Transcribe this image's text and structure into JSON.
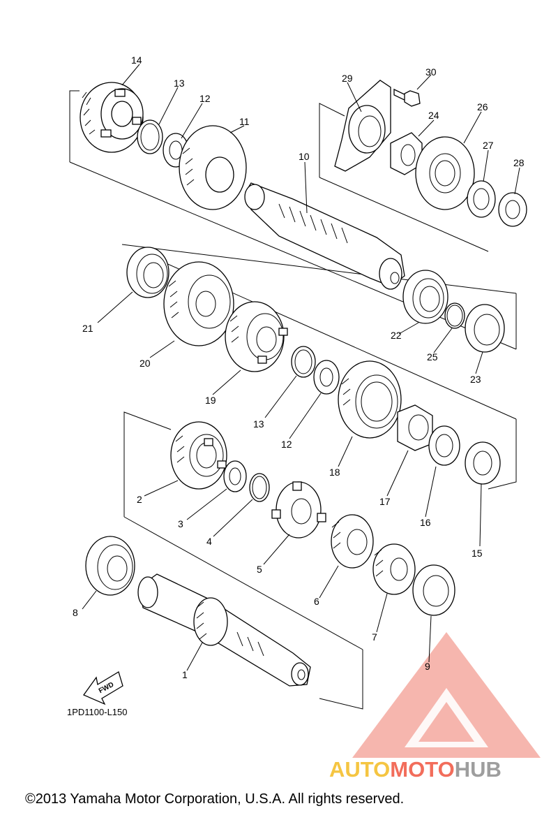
{
  "callouts": {
    "p1": "1",
    "p2": "2",
    "p3": "3",
    "p4": "4",
    "p5": "5",
    "p6": "6",
    "p7": "7",
    "p8": "8",
    "p9": "9",
    "p10": "10",
    "p11": "11",
    "p12a": "12",
    "p12b": "12",
    "p13a": "13",
    "p13b": "13",
    "p14": "14",
    "p15": "15",
    "p16": "16",
    "p17": "17",
    "p18": "18",
    "p19": "19",
    "p20": "20",
    "p21": "21",
    "p22": "22",
    "p23": "23",
    "p24": "24",
    "p25": "25",
    "p26": "26",
    "p27": "27",
    "p28": "28",
    "p29": "29",
    "p30": "30"
  },
  "fwd_label": "FWD",
  "diagram_code": "1PD1100-L150",
  "copyright": "©2013 Yamaha Motor Corporation, U.S.A. All rights reserved.",
  "watermark": {
    "part1": "AUTO",
    "part2": "MOTO",
    "part3": "HUB",
    "color_auto": "#f5c542",
    "color_moto": "#f26d5b",
    "color_hub": "#9e9e9e"
  }
}
